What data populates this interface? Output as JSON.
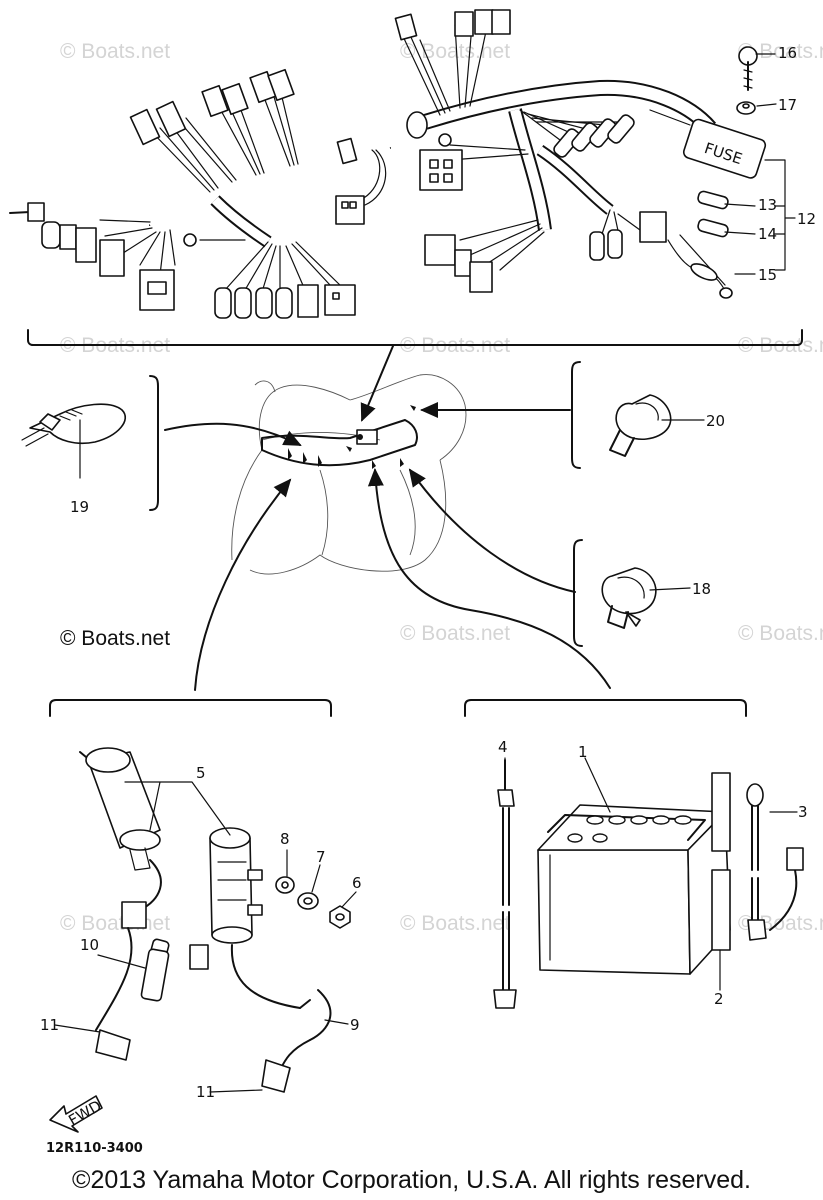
{
  "watermark": "© Boats.net",
  "fuse_box_label": "FUSE",
  "fwd_label": "FWD",
  "diagram_code": "12R110-3400",
  "copyright": "©2013 Yamaha Motor Corporation, U.S.A. All rights reserved.",
  "callouts": {
    "c1": "1",
    "c2": "2",
    "c3": "3",
    "c4": "4",
    "c5": "5",
    "c6": "6",
    "c7": "7",
    "c8": "8",
    "c9": "9",
    "c10": "10",
    "c11a": "11",
    "c11b": "11",
    "c12": "12",
    "c13": "13",
    "c14": "14",
    "c15": "15",
    "c16": "16",
    "c17": "17",
    "c18": "18",
    "c19": "19",
    "c20": "20"
  }
}
